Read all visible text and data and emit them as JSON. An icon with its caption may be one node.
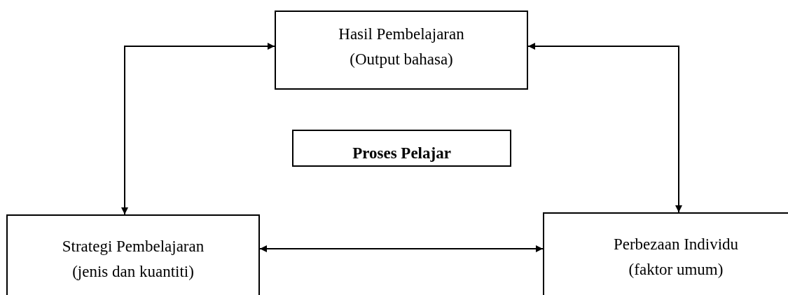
{
  "diagram": {
    "nodes": [
      {
        "text": [
          "Hasil Pembelajaran",
          "(Output bahasa)"
        ]
      },
      {
        "text": [
          "Proses Pelajar"
        ]
      },
      {
        "text": [
          "Strategi Pembelajaran",
          "(jenis dan kuantiti)"
        ]
      },
      {
        "text": [
          "Perbezaan Individu",
          "(faktor umum)"
        ]
      }
    ],
    "edges": [
      {
        "from": 2,
        "to": 0,
        "arrow": "both"
      },
      {
        "from": 3,
        "to": 0,
        "arrow": "both"
      },
      {
        "from": 2,
        "to": 3,
        "arrow": "both"
      }
    ]
  }
}
